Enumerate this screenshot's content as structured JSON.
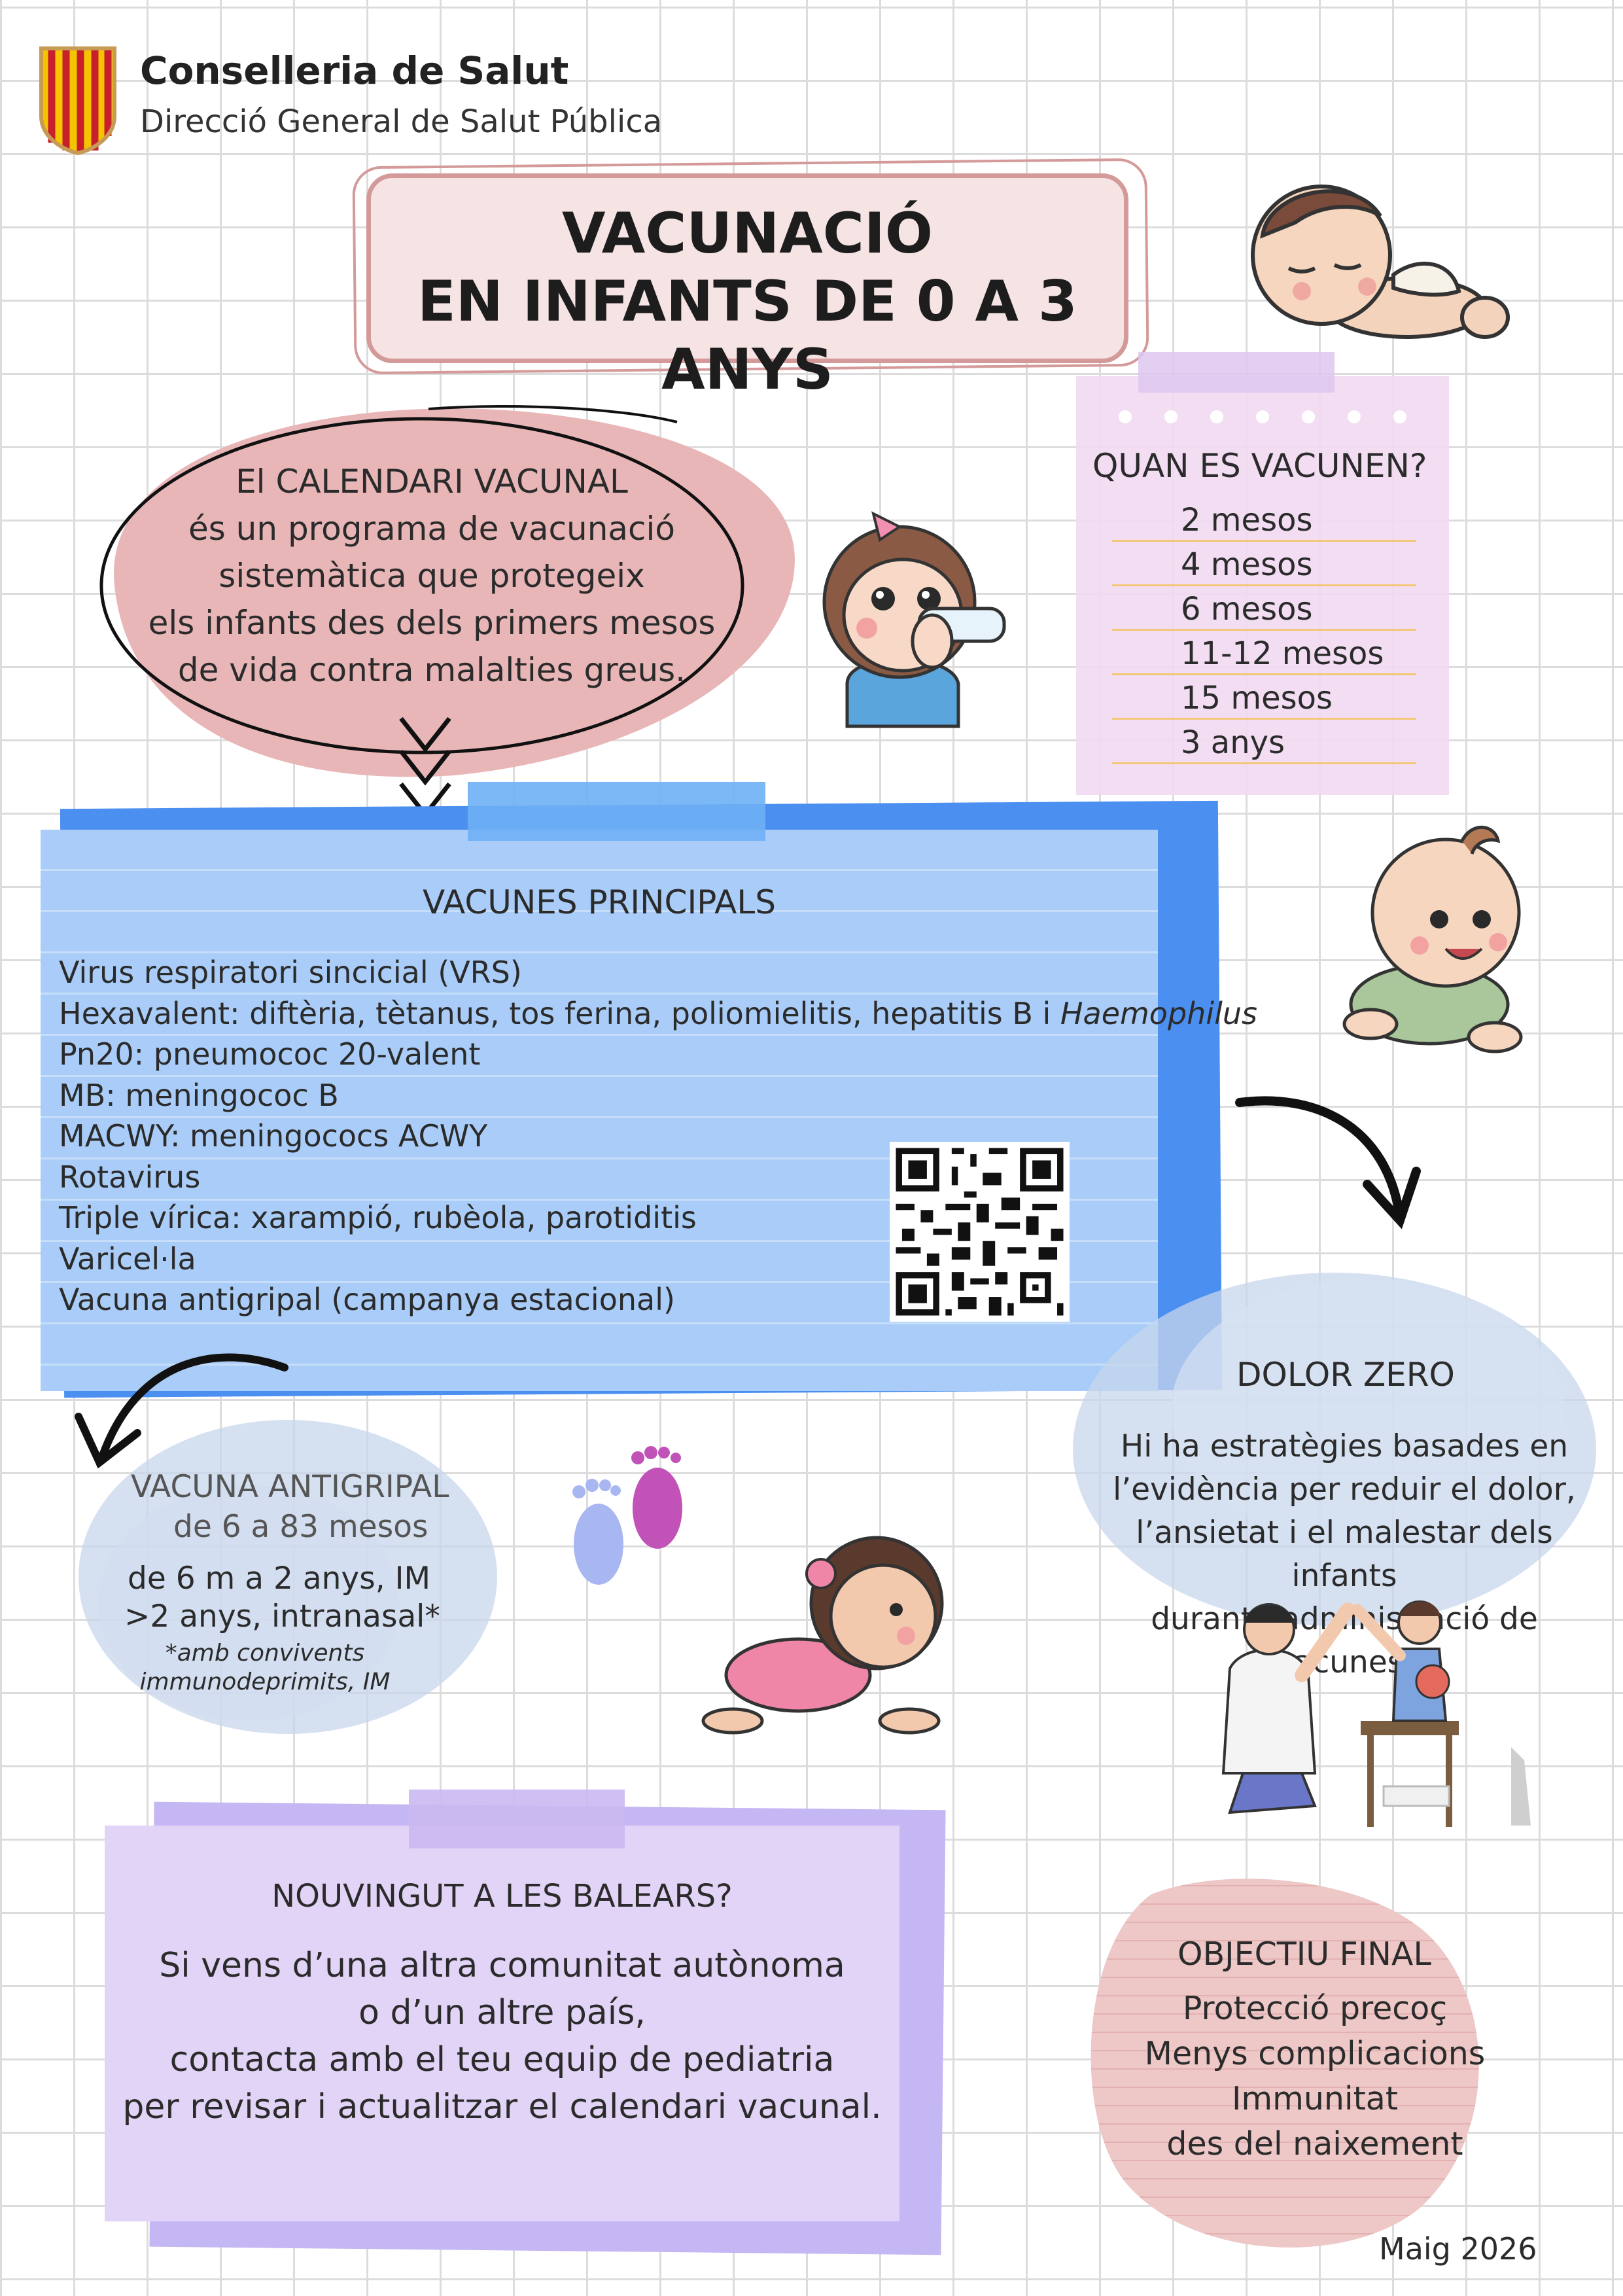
{
  "header": {
    "org_name": "Conselleria de Salut",
    "org_department": "Direcció General de Salut Pública"
  },
  "title": {
    "line1": "VACUNACIÓ",
    "line2": "EN INFANTS DE 0 A 3 ANYS"
  },
  "intro": {
    "lines": [
      "El CALENDARI VACUNAL",
      "és un programa de vacunació",
      "sistemàtica que protegeix",
      "els infants des dels primers mesos",
      "de vida contra malalties greus."
    ]
  },
  "schedule": {
    "title": "QUAN ES VACUNEN?",
    "items": [
      "2 mesos",
      "4 mesos",
      "6 mesos",
      "11-12 mesos",
      "15 mesos",
      "3 anys"
    ]
  },
  "vaccines": {
    "title": "VACUNES PRINCIPALS",
    "items": [
      "Virus respiratori sincicial (VRS)",
      "Hexavalent: diftèria, tètanus, tos ferina, poliomielitis, hepatitis B i ",
      "Pn20: pneumococ 20-valent",
      "MB: meningococ B",
      "MACWY: meningococs ACWY",
      "Rotavirus",
      "Triple vírica: xarampió, rubèola, parotiditis",
      "Varicel·la",
      "Vacuna antigripal (campanya estacional)"
    ],
    "italic_suffix": "Haemophilus"
  },
  "flu": {
    "title": "VACUNA ANTIGRIPAL",
    "subtitle": "de 6 a 83 mesos",
    "line1": "de 6 m a 2 anys, IM",
    "line2": ">2 anys, intranasal*",
    "note_line1": "*amb convivents",
    "note_line2": "immunodeprimits, IM"
  },
  "pain": {
    "title": "DOLOR ZERO",
    "lines": [
      "Hi ha estratègies basades en",
      "l’evidència per reduir el dolor,",
      "l’ansietat i el malestar dels infants",
      "durant l’administració de vacunes."
    ]
  },
  "newcomer": {
    "title": "NOUVINGUT A LES BALEARS?",
    "lines": [
      "Si vens d’una altra comunitat autònoma",
      "o d’un altre país,",
      "contacta amb el teu equip de pediatria",
      "per revisar i actualitzar el calendari vacunal."
    ]
  },
  "goal": {
    "title": "OBJECTIU FINAL",
    "lines": [
      "Protecció precoç",
      "Menys complicacions",
      "Immunitat",
      "des del naixement"
    ]
  },
  "footer": {
    "date": "Maig 2026"
  },
  "colors": {
    "pink": "#e9b6b8",
    "lilac": "#f1d9f1",
    "blue": "#a9cdf8",
    "blue_dark": "#4b8ff0",
    "purple": "#e2d4f7",
    "tape_yellow": "#f2c878"
  }
}
